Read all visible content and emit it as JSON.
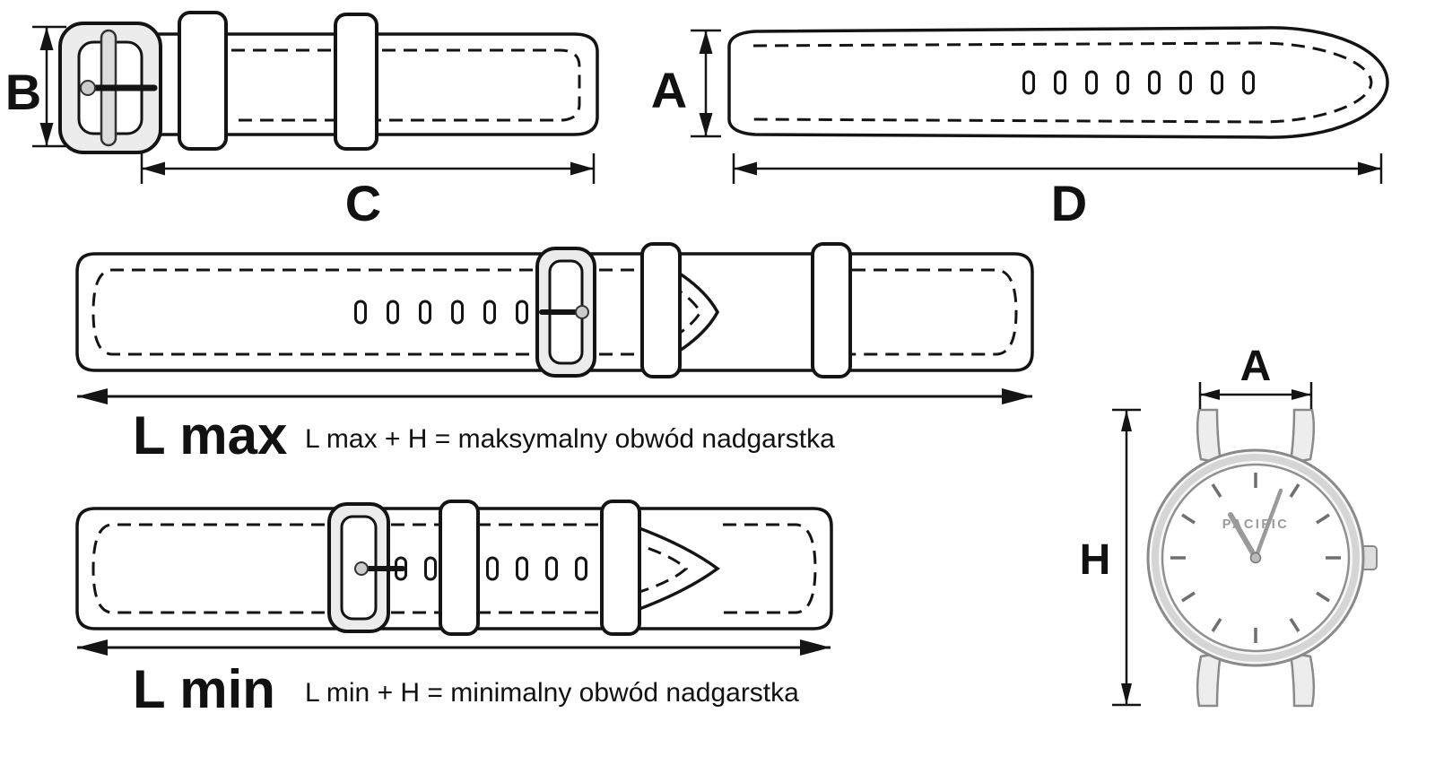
{
  "diagram": {
    "buckle_strap": {
      "height_label": "B",
      "length_label": "C"
    },
    "tail_strap": {
      "height_label": "A",
      "length_label": "D"
    },
    "l_max": {
      "label": "L max",
      "formula": "L max + H  = maksymalny obwód nadgarstka"
    },
    "l_min": {
      "label": "L min",
      "formula": "L min + H  = minimalny obwód nadgarstka"
    },
    "watch": {
      "width_label": "A",
      "height_label": "H",
      "brand": "PACIFIC"
    }
  },
  "colors": {
    "ink": "#141414",
    "background": "#ffffff",
    "silver": "#ececec",
    "watch_gray": "#8a8a8a"
  }
}
